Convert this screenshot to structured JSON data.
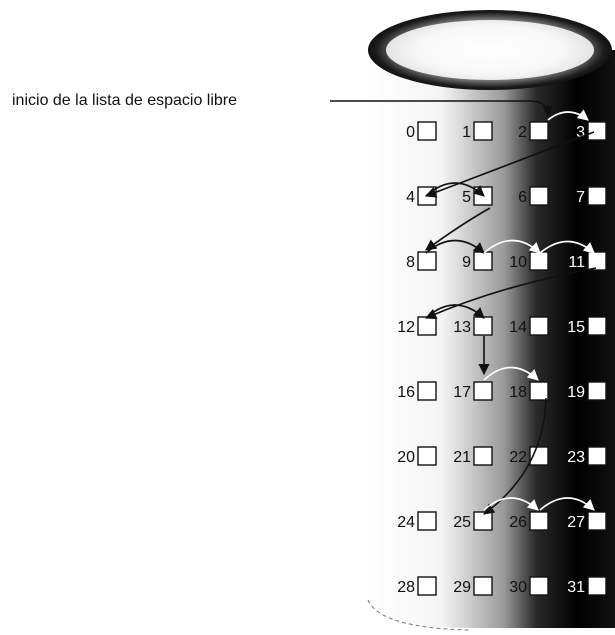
{
  "diagram": {
    "head_label": "inicio de la lista de espacio libre",
    "blocks": [
      "0",
      "1",
      "2",
      "3",
      "4",
      "5",
      "6",
      "7",
      "8",
      "9",
      "10",
      "11",
      "12",
      "13",
      "14",
      "15",
      "16",
      "17",
      "18",
      "19",
      "20",
      "21",
      "22",
      "23",
      "24",
      "25",
      "26",
      "27",
      "28",
      "29",
      "30",
      "31"
    ],
    "free_list": [
      "2",
      "3",
      "4",
      "5",
      "8",
      "9",
      "10",
      "11",
      "12",
      "13",
      "17",
      "18",
      "25",
      "26",
      "27"
    ]
  }
}
